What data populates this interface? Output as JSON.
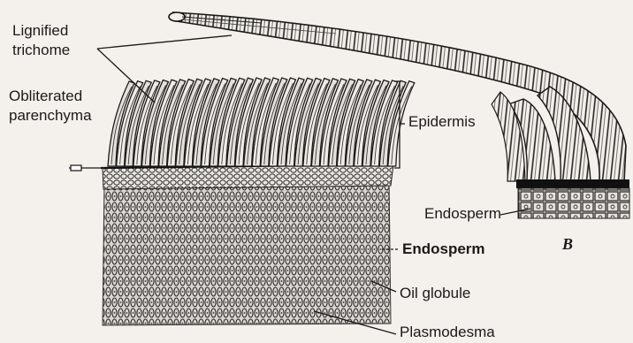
{
  "labels": {
    "lignified_trichome_line1": "Lignified",
    "lignified_trichome_line2": "trichome",
    "obliterated_parenchyma_line1": "Obliterated",
    "obliterated_parenchyma_line2": "parenchyma",
    "epidermis": "Epidermis",
    "endosperm_upper": "Endosperm",
    "endosperm_main": "Endosperm",
    "oil_globule": "Oil globule",
    "plasmodesma": "Plasmodesma",
    "panel_letter": "B"
  },
  "colors": {
    "ink": "#1b1b1b",
    "paper": "#f4f1ec",
    "tissue": "#6a6a6a"
  }
}
